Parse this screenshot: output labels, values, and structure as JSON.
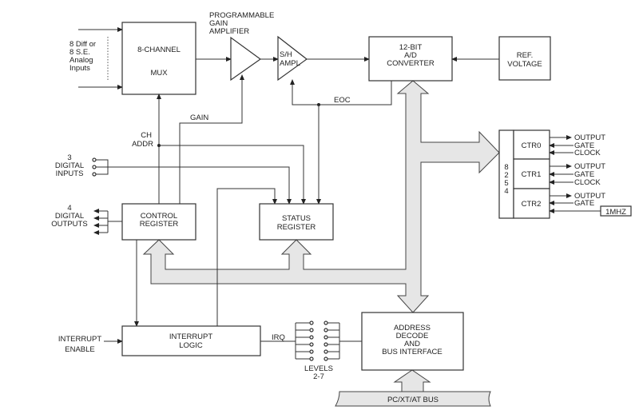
{
  "analog_inputs": {
    "lines": [
      "8 Diff or",
      "8 S.E.",
      "Analog",
      "Inputs"
    ]
  },
  "mux": {
    "line1": "8-CHANNEL",
    "line2": "MUX"
  },
  "pga": {
    "lines": [
      "PROGRAMMABLE",
      "GAIN",
      "AMPLIFIER"
    ]
  },
  "sh_amp": {
    "line1": "S/H",
    "line2": "AMPL"
  },
  "adc": {
    "lines": [
      "12-BIT",
      "A/D",
      "CONVERTER"
    ]
  },
  "ref": {
    "line1": "REF.",
    "line2": "VOLTAGE"
  },
  "signals": {
    "eoc": "EOC",
    "gain": "GAIN",
    "ch_addr": [
      "CH",
      "ADDR"
    ],
    "irq": "IRQ"
  },
  "digital_inputs": {
    "lines": [
      "3",
      "DIGITAL",
      "INPUTS"
    ]
  },
  "digital_outputs": {
    "lines": [
      "4",
      "DIGITAL",
      "OUTPUTS"
    ]
  },
  "control_register": {
    "line1": "CONTROL",
    "line2": "REGISTER"
  },
  "status_register": {
    "line1": "STATUS",
    "line2": "REGISTER"
  },
  "interrupt_enable": {
    "line1": "INTERRUPT",
    "line2": "ENABLE"
  },
  "interrupt_logic": {
    "line1": "INTERRUPT",
    "line2": "LOGIC"
  },
  "levels": {
    "line1": "LEVELS",
    "line2": "2-7"
  },
  "bus_interface": {
    "lines": [
      "ADDRESS",
      "DECODE",
      "AND",
      "BUS INTERFACE"
    ]
  },
  "pc_bus": {
    "label": "PC/XT/AT BUS"
  },
  "timer": {
    "chip": [
      "8",
      "2",
      "5",
      "4"
    ],
    "counters": [
      {
        "name": "CTR0",
        "signals": [
          "OUTPUT",
          "GATE",
          "CLOCK"
        ]
      },
      {
        "name": "CTR1",
        "signals": [
          "OUTPUT",
          "GATE",
          "CLOCK"
        ]
      },
      {
        "name": "CTR2",
        "signals": [
          "OUTPUT",
          "GATE"
        ]
      }
    ],
    "clock_source": "1MHZ"
  }
}
